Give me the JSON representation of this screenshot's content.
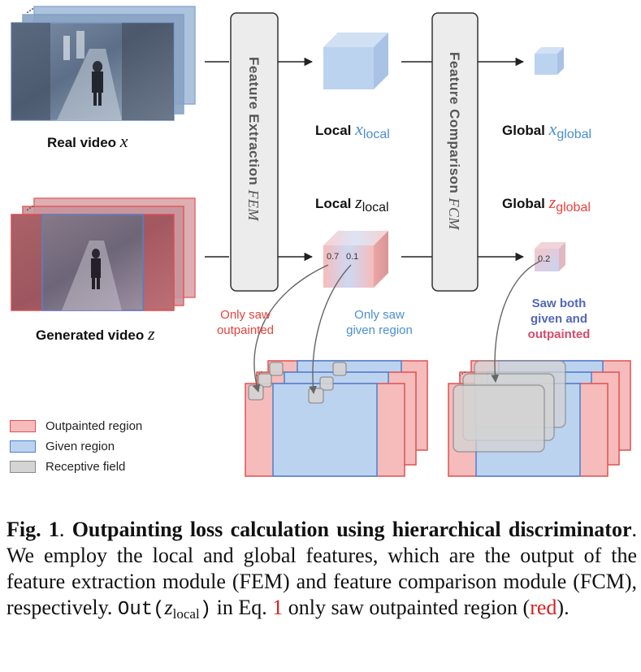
{
  "labels": {
    "real_video": "Real video",
    "real_video_sym": "x",
    "generated_video": "Generated video",
    "generated_video_sym": "z",
    "fem_box": "Feature  Extraction",
    "fem_sym": "FEM",
    "fcm_box": "Feature  Comparison",
    "fcm_sym": "FCM",
    "local_x": "Local",
    "local_x_sym": "x",
    "local_x_sub": "local",
    "global_x": "Global",
    "global_x_sym": "x",
    "global_x_sub": "global",
    "local_z": "Local",
    "local_z_sym": "z",
    "local_z_sub": "local",
    "global_z": "Global",
    "global_z_sym": "z",
    "global_z_sub": "global"
  },
  "values": {
    "local_z_v1": "0.7",
    "local_z_v2": "0.1",
    "global_z_v": "0.2"
  },
  "annotations": {
    "only_saw_outpainted_1": "Only saw",
    "only_saw_outpainted_2": "outpainted",
    "only_saw_given_1": "Only saw",
    "only_saw_given_2": "given region",
    "saw_both_1": "Saw both",
    "saw_both_2": "given and",
    "saw_both_3": "outpainted"
  },
  "legend": {
    "outpainted": "Outpainted region",
    "given": "Given region",
    "receptive": "Receptive field"
  },
  "colors": {
    "red_text": "#e8413c",
    "blue_text": "#4a8fd0",
    "purple_text": "#4a5fb8",
    "outpainted_fill": "#f6bcbc",
    "outpainted_stroke": "#e05050",
    "given_fill": "#bcd3f0",
    "given_stroke": "#4a7fd0",
    "receptive_fill": "#d4d4d4",
    "receptive_stroke": "#8a8a8a",
    "module_fill": "#ececec"
  },
  "caption": {
    "fig": "Fig. 1",
    "dot": ". ",
    "title": "Outpainting loss calculation using hierarchical discriminator",
    "p1": ". We employ the local and global features, which are the output of the feature extraction module (FEM) and feature comparison module (FCM), respectively. ",
    "out": "Out(",
    "z": "z",
    "local": "local",
    "close": ")",
    "p2": " in Eq. ",
    "eq": "1",
    "p3": " only saw outpainted region (",
    "red": "red",
    "p4": ")."
  }
}
